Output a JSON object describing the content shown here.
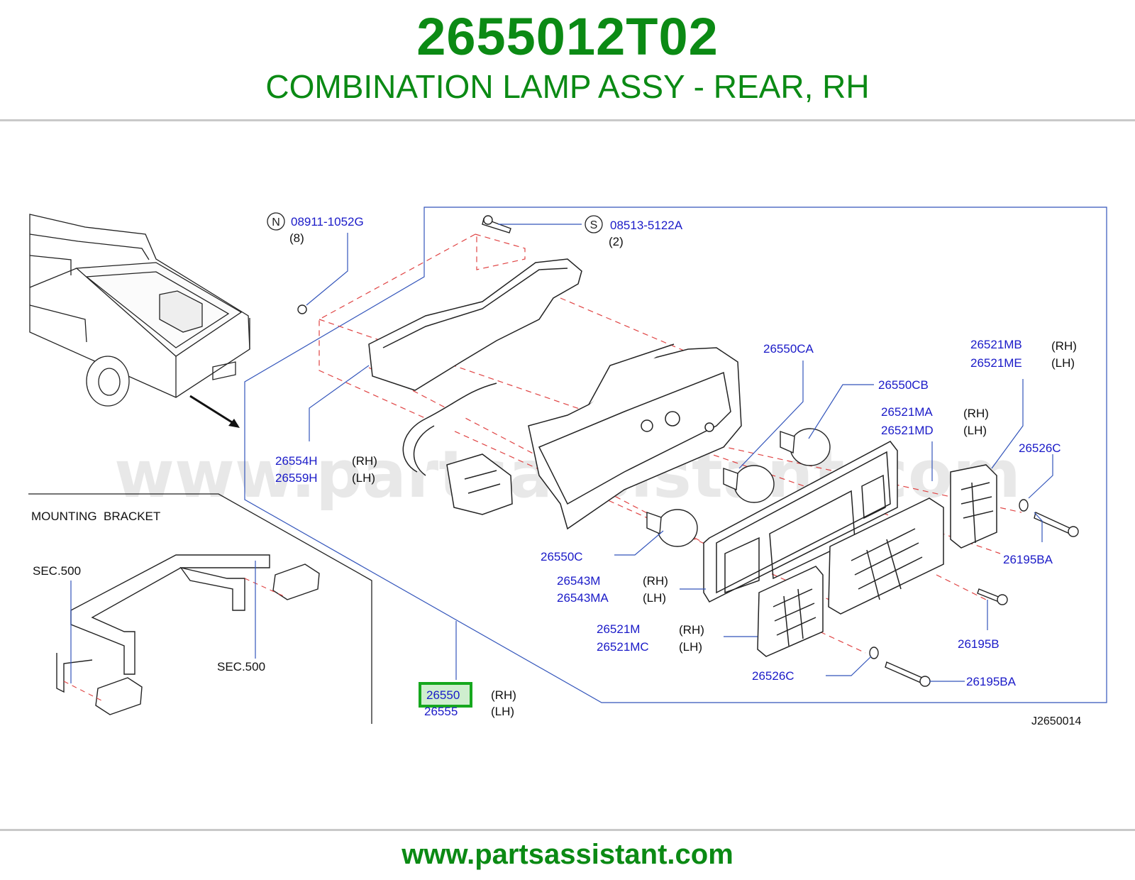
{
  "header": {
    "part_number": "2655012T02",
    "description": "COMBINATION LAMP ASSY - REAR, RH"
  },
  "footer": {
    "url": "www.partsassistant.com"
  },
  "watermark": "www.partsassistant.com",
  "colors": {
    "brand_green": "#0b8a14",
    "callout_blue": "#1a1ac8",
    "highlight": "#16a81e"
  },
  "diagram": {
    "code": "J2650014",
    "inset_title": "MOUNTING  BRACKET",
    "sec_left": "SEC.500",
    "sec_right": "SEC.500",
    "symbols": {
      "n": "N",
      "s": "S"
    },
    "callouts": [
      {
        "id": "c1",
        "part": "08911-1052G",
        "qty": "(8)"
      },
      {
        "id": "c2",
        "part": "08513-5122A",
        "qty": "(2)"
      },
      {
        "id": "c3",
        "part": "26550CA"
      },
      {
        "id": "c4",
        "part": "26550CB"
      },
      {
        "id": "c5",
        "part": "26521MB",
        "side": "(RH)"
      },
      {
        "id": "c6",
        "part": "26521ME",
        "side": "(LH)"
      },
      {
        "id": "c7",
        "part": "26521MA",
        "side": "(RH)"
      },
      {
        "id": "c8",
        "part": "26521MD",
        "side": "(LH)"
      },
      {
        "id": "c9",
        "part": "26526C"
      },
      {
        "id": "c10",
        "part": "26554H",
        "side": "(RH)"
      },
      {
        "id": "c11",
        "part": "26559H",
        "side": "(LH)"
      },
      {
        "id": "c12",
        "part": "26550C"
      },
      {
        "id": "c13",
        "part": "26195BA"
      },
      {
        "id": "c14",
        "part": "26543M",
        "side": "(RH)"
      },
      {
        "id": "c15",
        "part": "26543MA",
        "side": "(LH)"
      },
      {
        "id": "c16",
        "part": "26195B"
      },
      {
        "id": "c17",
        "part": "26521M",
        "side": "(RH)"
      },
      {
        "id": "c18",
        "part": "26521MC",
        "side": "(LH)"
      },
      {
        "id": "c19",
        "part": "26526C"
      },
      {
        "id": "c20",
        "part": "26195BA"
      },
      {
        "id": "c21",
        "part": "26550",
        "side": "(RH)",
        "highlighted": true
      },
      {
        "id": "c22",
        "part": "26555",
        "side": "(LH)"
      }
    ]
  }
}
